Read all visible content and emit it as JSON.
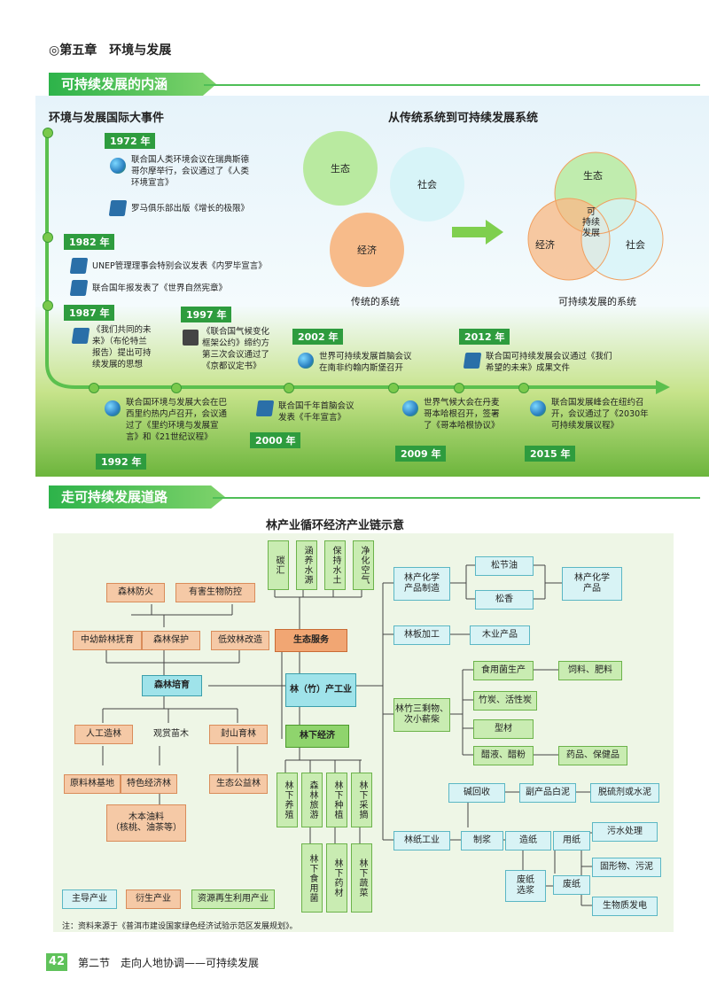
{
  "chapter": "◎第五章　环境与发展",
  "section1": "可持续发展的内涵",
  "section2": "走可持续发展道路",
  "events_title": "环境与发展国际大事件",
  "systems_title": "从传统系统到可持续发展系统",
  "timeline": [
    {
      "year": "1972 年",
      "events": [
        {
          "icon": "globe-icon",
          "text": [
            "联合国人类环境会议在瑞典斯德",
            "哥尔摩举行，会议通过了《人类",
            "环境宣言》"
          ]
        },
        {
          "icon": "book-icon",
          "text": [
            "罗马俱乐部出版《增长的极限》"
          ]
        }
      ]
    },
    {
      "year": "1982 年",
      "events": [
        {
          "icon": "book-icon",
          "text": [
            "UNEP管理理事会特别会议发表《内罗毕宣言》"
          ]
        },
        {
          "icon": "book-icon",
          "text": [
            "联合国年报发表了《世界自然宪章》"
          ]
        }
      ]
    },
    {
      "year": "1987 年",
      "events": [
        {
          "icon": "book-icon",
          "text": [
            "《我们共同的未",
            "来》（布伦特兰",
            "报告）提出可持",
            "续发展的思想"
          ]
        }
      ]
    },
    {
      "year": "1997 年",
      "events": [
        {
          "icon": "doc-icon",
          "text": [
            "《联合国气候变化",
            "框架公约》缔约方",
            "第三次会议通过了",
            "《京都议定书》"
          ]
        }
      ]
    },
    {
      "year": "2002 年",
      "events": [
        {
          "icon": "globe-icon",
          "text": [
            "世界可持续发展首脑会议",
            "在南非约翰内斯堡召开"
          ]
        }
      ]
    },
    {
      "year": "2012 年",
      "events": [
        {
          "icon": "book-icon",
          "text": [
            "联合国可持续发展会议通过《我们",
            "希望的未来》成果文件"
          ]
        }
      ]
    },
    {
      "year": "1992 年",
      "events": [
        {
          "icon": "globe-icon",
          "text": [
            "联合国环境与发展大会在巴",
            "西里约热内卢召开，会议通",
            "过了《里约环境与发展宣",
            "言》和《21世纪议程》"
          ]
        }
      ]
    },
    {
      "year": "2000 年",
      "events": [
        {
          "icon": "book-icon",
          "text": [
            "联合国千年首脑会议",
            "发表《千年宣言》"
          ]
        }
      ]
    },
    {
      "year": "2009 年",
      "events": [
        {
          "icon": "globe-icon",
          "text": [
            "世界气候大会在丹麦",
            "哥本哈根召开，签署",
            "了《哥本哈根协议》"
          ]
        }
      ]
    },
    {
      "year": "2015 年",
      "events": [
        {
          "icon": "globe-icon",
          "text": [
            "联合国发展峰会在纽约召",
            "开，会议通过了《2030年",
            "可持续发展议程》"
          ]
        }
      ]
    }
  ],
  "systems": {
    "eco": "生态",
    "soc": "社会",
    "econ": "经济",
    "center": [
      "可",
      "持续",
      "发展"
    ],
    "traditional_label": "传统的系统",
    "sustainable_label": "可持续发展的系统"
  },
  "chain_title": "林产业循环经济产业链示意",
  "chain": {
    "senlin_fanghuo": "森林防火",
    "youhai": "有害生物防控",
    "zhongyouling": "中幼龄林抚育",
    "senlin_baohu": "森林保护",
    "didiaolin": "低效林改造",
    "senlin_peiyu": "森林培育",
    "rengong": "人工造林",
    "guanshang": "观赏苗木",
    "fengshan": "封山育林",
    "yuanliao": "原料林基地",
    "tese": "特色经济林",
    "shengtai_gongyi": "生态公益林",
    "mubenyouliao": [
      "木本油料",
      "（核桃、油茶等）"
    ],
    "tanhui": "碳汇",
    "hanyang": "涵养水源",
    "baochi": "保持水土",
    "jinghua": "净化空气",
    "shengtai_fuwu": "生态服务",
    "linzhu": "林（竹）产工业",
    "linxia": "林下经济",
    "linxia_yangzhi": "林下养殖",
    "senlin_lvyou": "森林旅游",
    "linxia_zhongzhi": "林下种植",
    "linxia_caizhai": "林下采摘",
    "linxia_shiyongjun": "林下食用菌",
    "linxia_yaocai": "林下药材",
    "linxia_shucai": "林下蔬菜",
    "linchan_huaxue": [
      "林产化学",
      "产品制造"
    ],
    "songjieyou": "松节油",
    "songxiang": "松香",
    "linchan_huaxue_chanpin": [
      "林产化学",
      "产品"
    ],
    "linban": "林板加工",
    "muye": "木业产品",
    "linzhu_sansheng": [
      "林竹三剩物、",
      "次小薪柴"
    ],
    "shiyongjun": "食用菌生产",
    "siliao": "饲料、肥料",
    "zhutan": "竹炭、活性炭",
    "xingcai": "型材",
    "cuye": "醋液、醋粉",
    "yaopin": "药品、保健品",
    "linzhi": "林纸工业",
    "jianhuishou": "碱回收",
    "zhijiang": "制浆",
    "zaozhi": "造纸",
    "yongzhi": "用纸",
    "feizhi": "废纸",
    "feizhi_xuanjiang": [
      "废纸",
      "选浆"
    ],
    "fuchanpin": "副产品白泥",
    "tuoliuji": "脱硫剂或水泥",
    "wushui": "污水处理",
    "guxingwu": "固形物、污泥",
    "shengwuzhi": "生物质发电",
    "legend_main": "主导产业",
    "legend_derived": "衍生产业",
    "legend_recycle": "资源再生利用产业"
  },
  "note": "注：资料来源于《普洱市建设国家绿色经济试验示范区发展规划》。",
  "footer": {
    "page": "42",
    "title": "第二节　走向人地协调——可持续发展"
  }
}
